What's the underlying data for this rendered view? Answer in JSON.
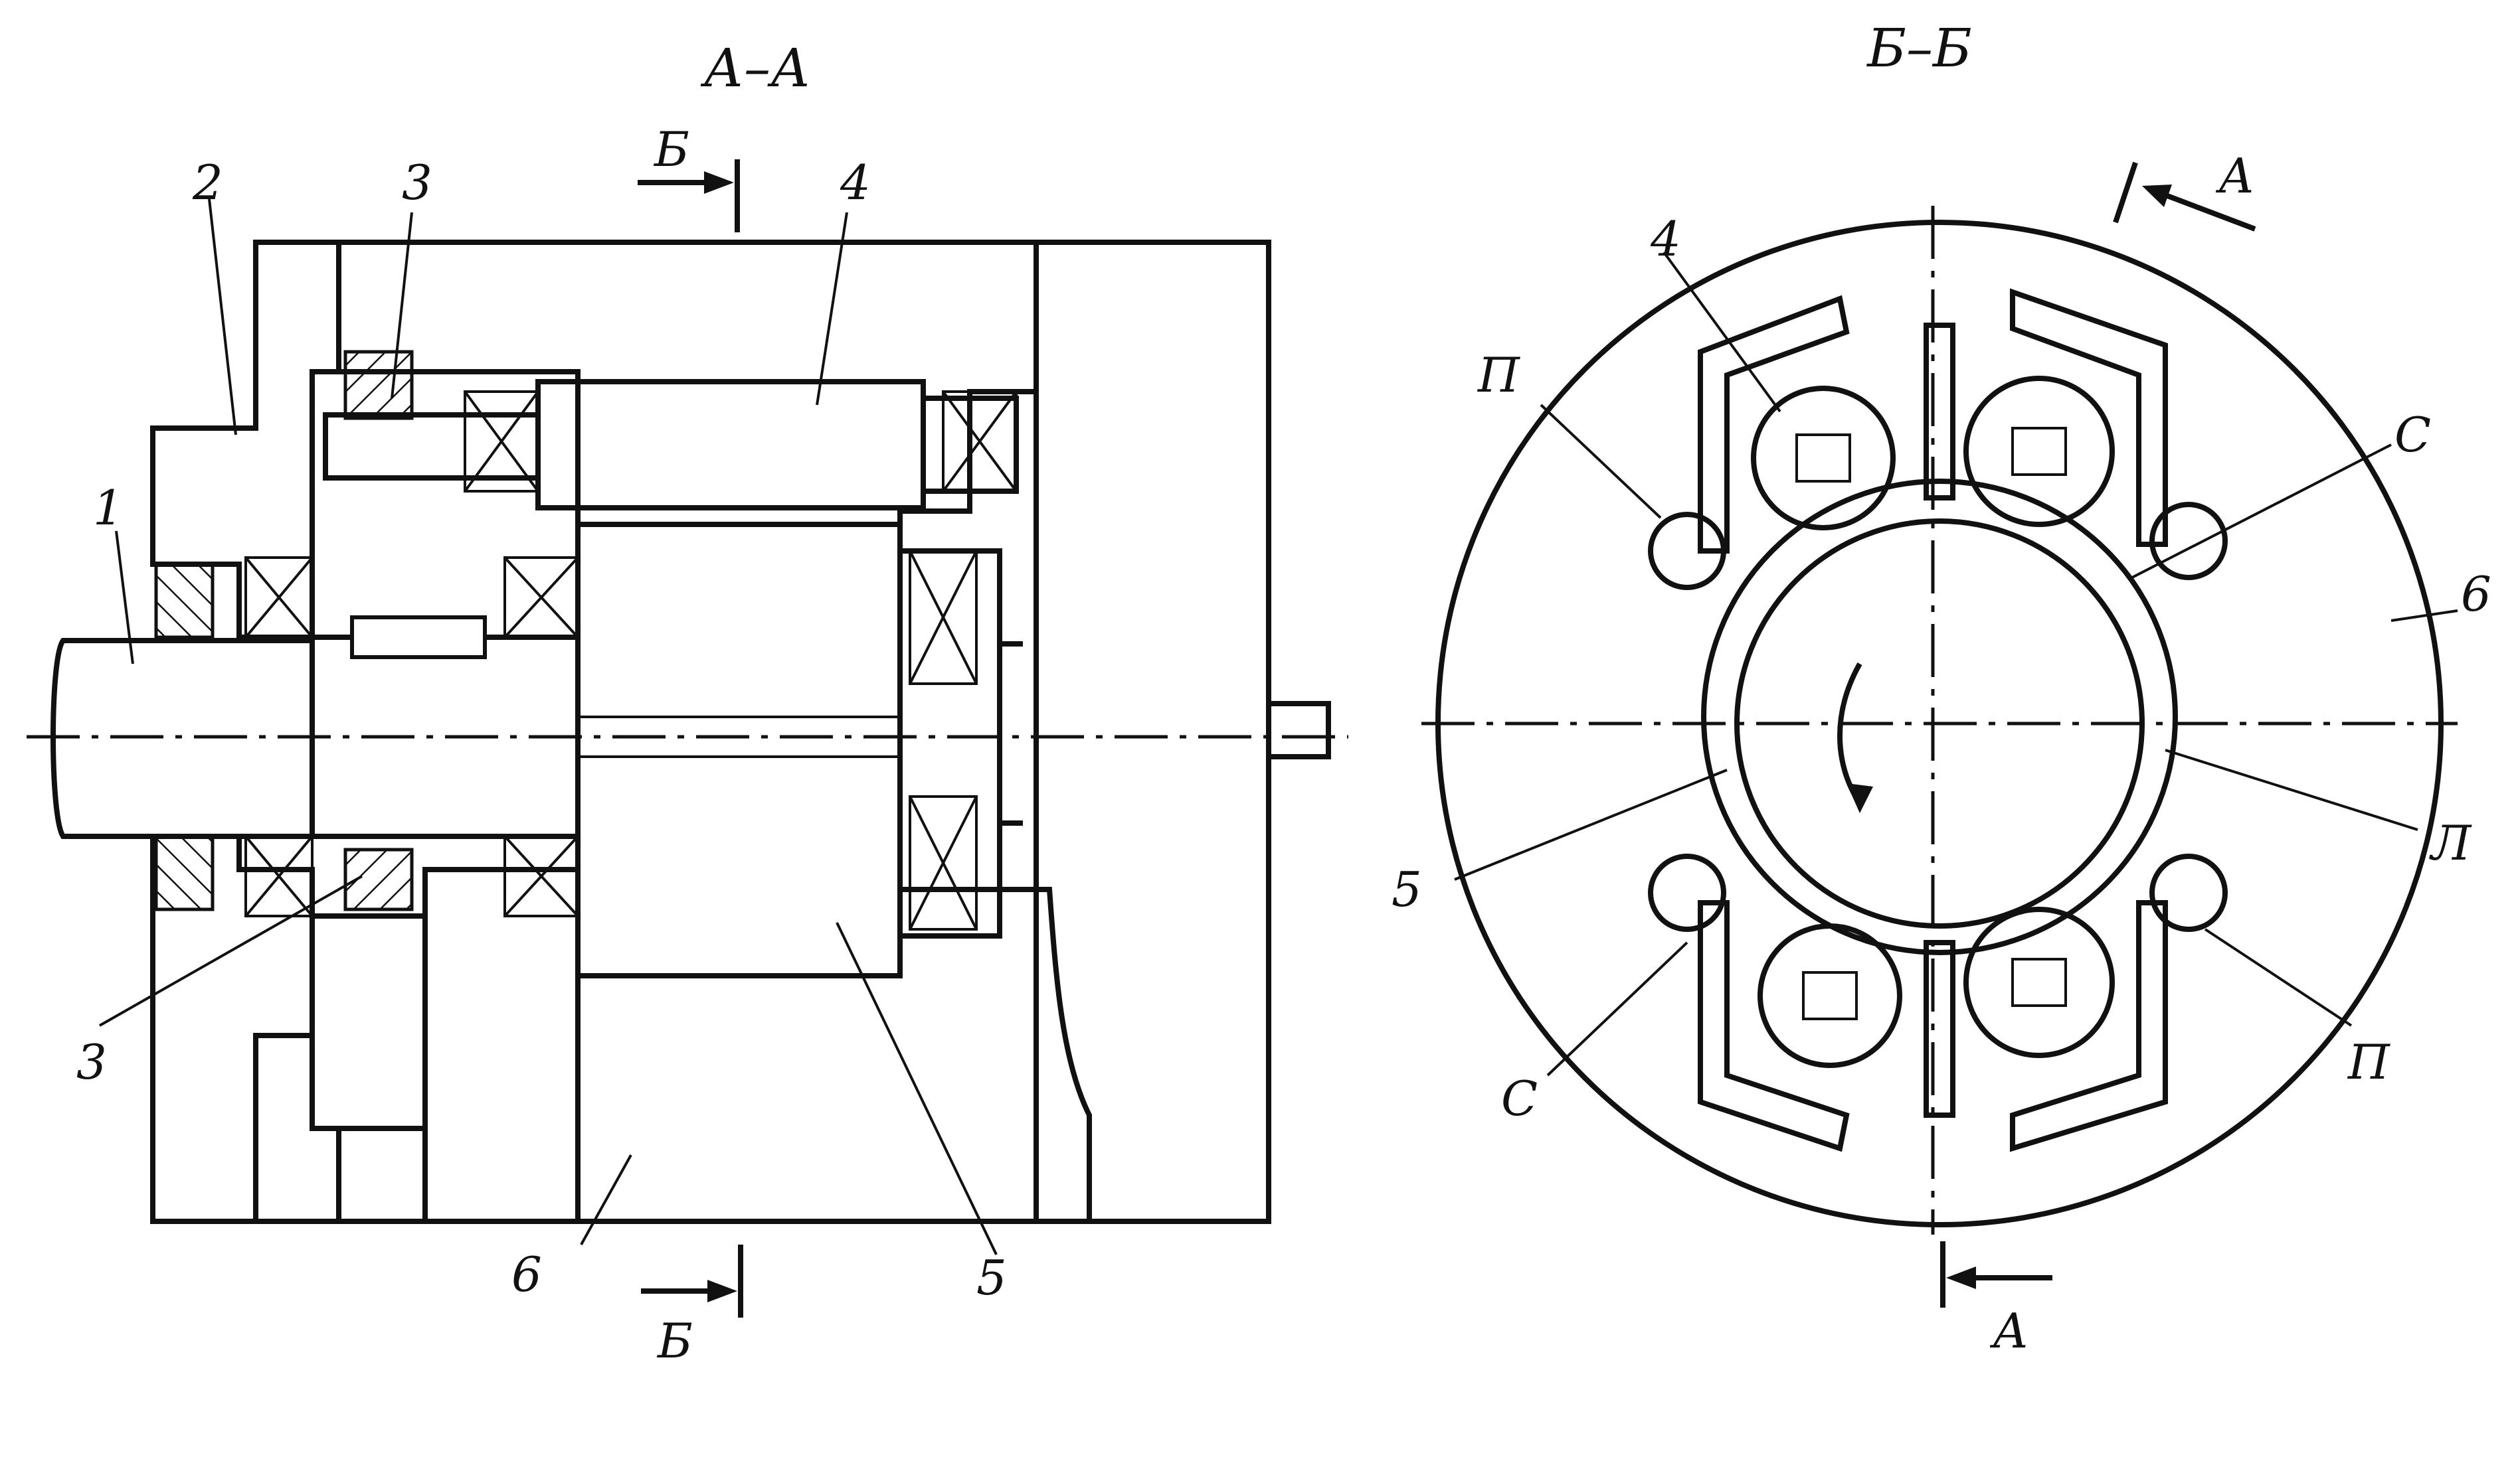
{
  "section_aa": {
    "title": "А–А",
    "cut_label_top": "Б",
    "cut_label_bottom": "Б",
    "labels": {
      "shaft": "1",
      "cover": "2",
      "bearing_top": "3",
      "bearing_bottom": "3",
      "roller": "4",
      "shaft_body": "5",
      "housing": "6"
    }
  },
  "section_bb": {
    "title": "Б–Б",
    "cut_label_top": "А",
    "cut_label_bottom": "А",
    "labels": {
      "roller": "4",
      "body": "5",
      "housing": "6",
      "p_top": "П",
      "p_bottom": "П",
      "c_right": "С",
      "c_left": "С",
      "l_right": "Л"
    }
  },
  "colors": {
    "ink": "#111111",
    "paper": "#ffffff"
  }
}
